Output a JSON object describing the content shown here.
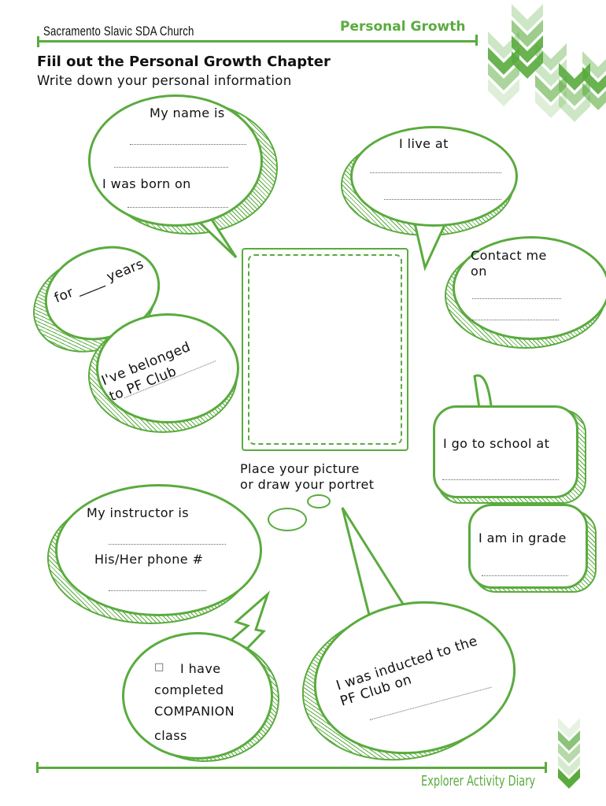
{
  "header": {
    "org": "Sacramento Slavic SDA Church",
    "section": "Personal Growth"
  },
  "title": "Fiil out the Personal Growth Chapter",
  "subtitle": "Write down your personal information",
  "bubbles": {
    "name": {
      "label": "My name is",
      "born": "I was born on"
    },
    "live": {
      "label": "I live at"
    },
    "belonged": {
      "years": "for ____ years",
      "line1": "I've belonged",
      "line2": "to PF Club"
    },
    "contact": {
      "line1": "Contact me",
      "line2": "on"
    },
    "school": {
      "label": "I go to school at"
    },
    "grade": {
      "label": "I am in grade"
    },
    "instructor": {
      "label": "My instructor is",
      "phone": "His/Her phone #"
    },
    "companion": {
      "checkbox": "□",
      "line1": "I have",
      "line2": "completed",
      "line3": "COMPANION",
      "line4": "class"
    },
    "inducted": {
      "line1": "I was inducted to the",
      "line2": "PF Club on"
    }
  },
  "picture": {
    "line1": "Place your picture",
    "line2": "or draw  your portret"
  },
  "footer": "Explorer Activity Diary",
  "colors": {
    "accent": "#5aab3e"
  }
}
